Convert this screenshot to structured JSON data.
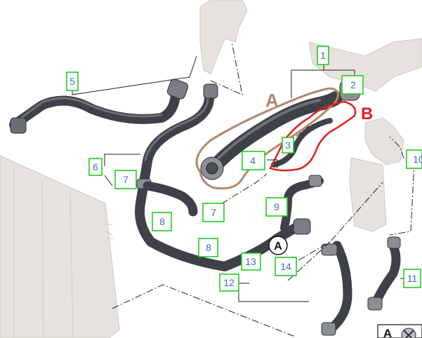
{
  "callouts": {
    "c1": "1",
    "c2": "2",
    "c3": "3",
    "c4": "4",
    "c5": "5",
    "c6": "6",
    "c7a": "7",
    "c7b": "7",
    "c8a": "8",
    "c8b": "8",
    "c9": "9",
    "c10": "10",
    "c11": "11",
    "c12": "12",
    "c13": "13",
    "c14": "14"
  },
  "markers": {
    "circle_a": "A",
    "corner_a": "A"
  },
  "annotations": {
    "a_label": "A",
    "b_label": "B",
    "a_color": "#b5866a",
    "b_color": "#e02020"
  },
  "colors": {
    "callout_border": "#22cc22",
    "callout_text": "#3f6fb0",
    "hose": "#3e4248"
  }
}
